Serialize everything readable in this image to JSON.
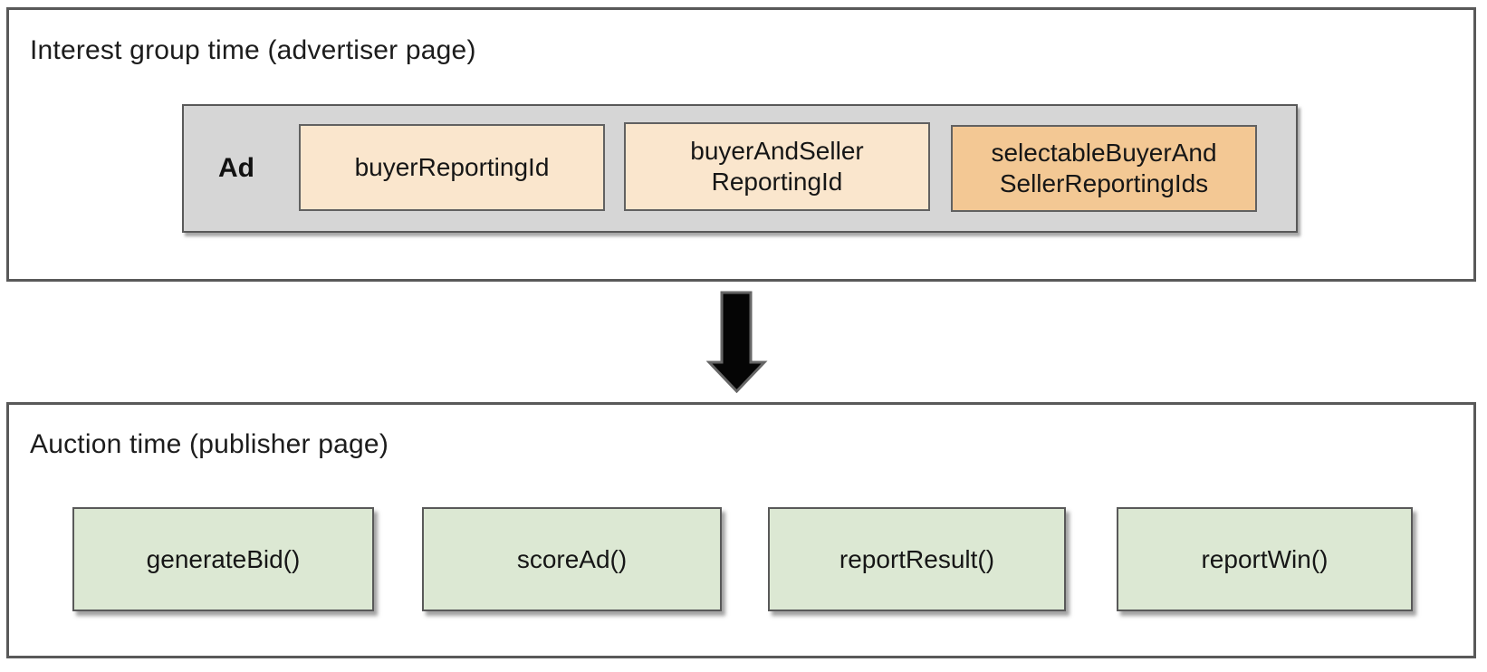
{
  "colors": {
    "section_border": "#595959",
    "ad_container_bg": "#d6d6d6",
    "peach_box_bg": "#fae6cd",
    "orange_box_bg": "#f3c894",
    "green_box_bg": "#dce8d3",
    "box_border": "#616161",
    "arrow_fill": "#050505",
    "arrow_outline": "#666666",
    "text": "#1c1c1c"
  },
  "top_section": {
    "title": "Interest group time (advertiser page)",
    "ad_label": "Ad",
    "reporting_id_boxes": [
      {
        "variant": "peach",
        "lines": [
          "buyerReportingId"
        ]
      },
      {
        "variant": "peach",
        "lines": [
          "buyerAndSeller",
          "ReportingId"
        ]
      },
      {
        "variant": "orange",
        "lines": [
          "selectableBuyerAnd",
          "SellerReportingIds"
        ]
      }
    ]
  },
  "arrow": {
    "direction": "down"
  },
  "bottom_section": {
    "title": "Auction time (publisher page)",
    "function_boxes": [
      {
        "label": "generateBid()"
      },
      {
        "label": "scoreAd()"
      },
      {
        "label": "reportResult()"
      },
      {
        "label": "reportWin()"
      }
    ]
  }
}
